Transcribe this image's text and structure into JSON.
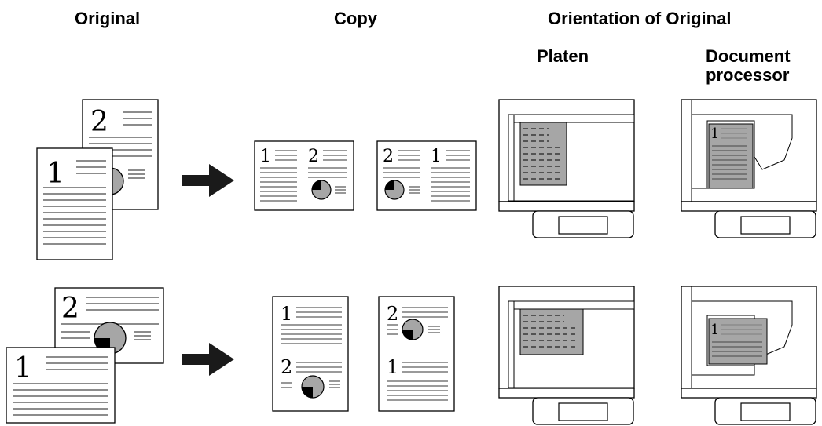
{
  "headers": {
    "original": "Original",
    "copy": "Copy",
    "orientation": "Orientation of Original",
    "platen": "Platen",
    "document_processor_line1": "Document",
    "document_processor_line2": "processor"
  },
  "page_numbers": {
    "first": "1",
    "second": "2"
  },
  "colors": {
    "line": "#000000",
    "text_line": "#8c8c8c",
    "gray_fill": "#a6a6a6",
    "arrow": "#1a1a1a"
  }
}
